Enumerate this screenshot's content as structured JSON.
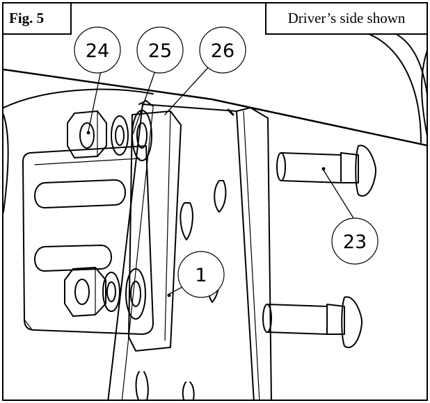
{
  "figure": {
    "label": "Fig. 5",
    "view_note": "Driver’s side shown"
  },
  "callouts": [
    {
      "id": "nut",
      "text": "24"
    },
    {
      "id": "washer",
      "text": "25"
    },
    {
      "id": "spacer",
      "text": "26"
    },
    {
      "id": "carriage-bolt",
      "text": "23"
    },
    {
      "id": "main-plate",
      "text": "1"
    }
  ],
  "colors": {
    "line": "#000000",
    "background": "#ffffff"
  }
}
